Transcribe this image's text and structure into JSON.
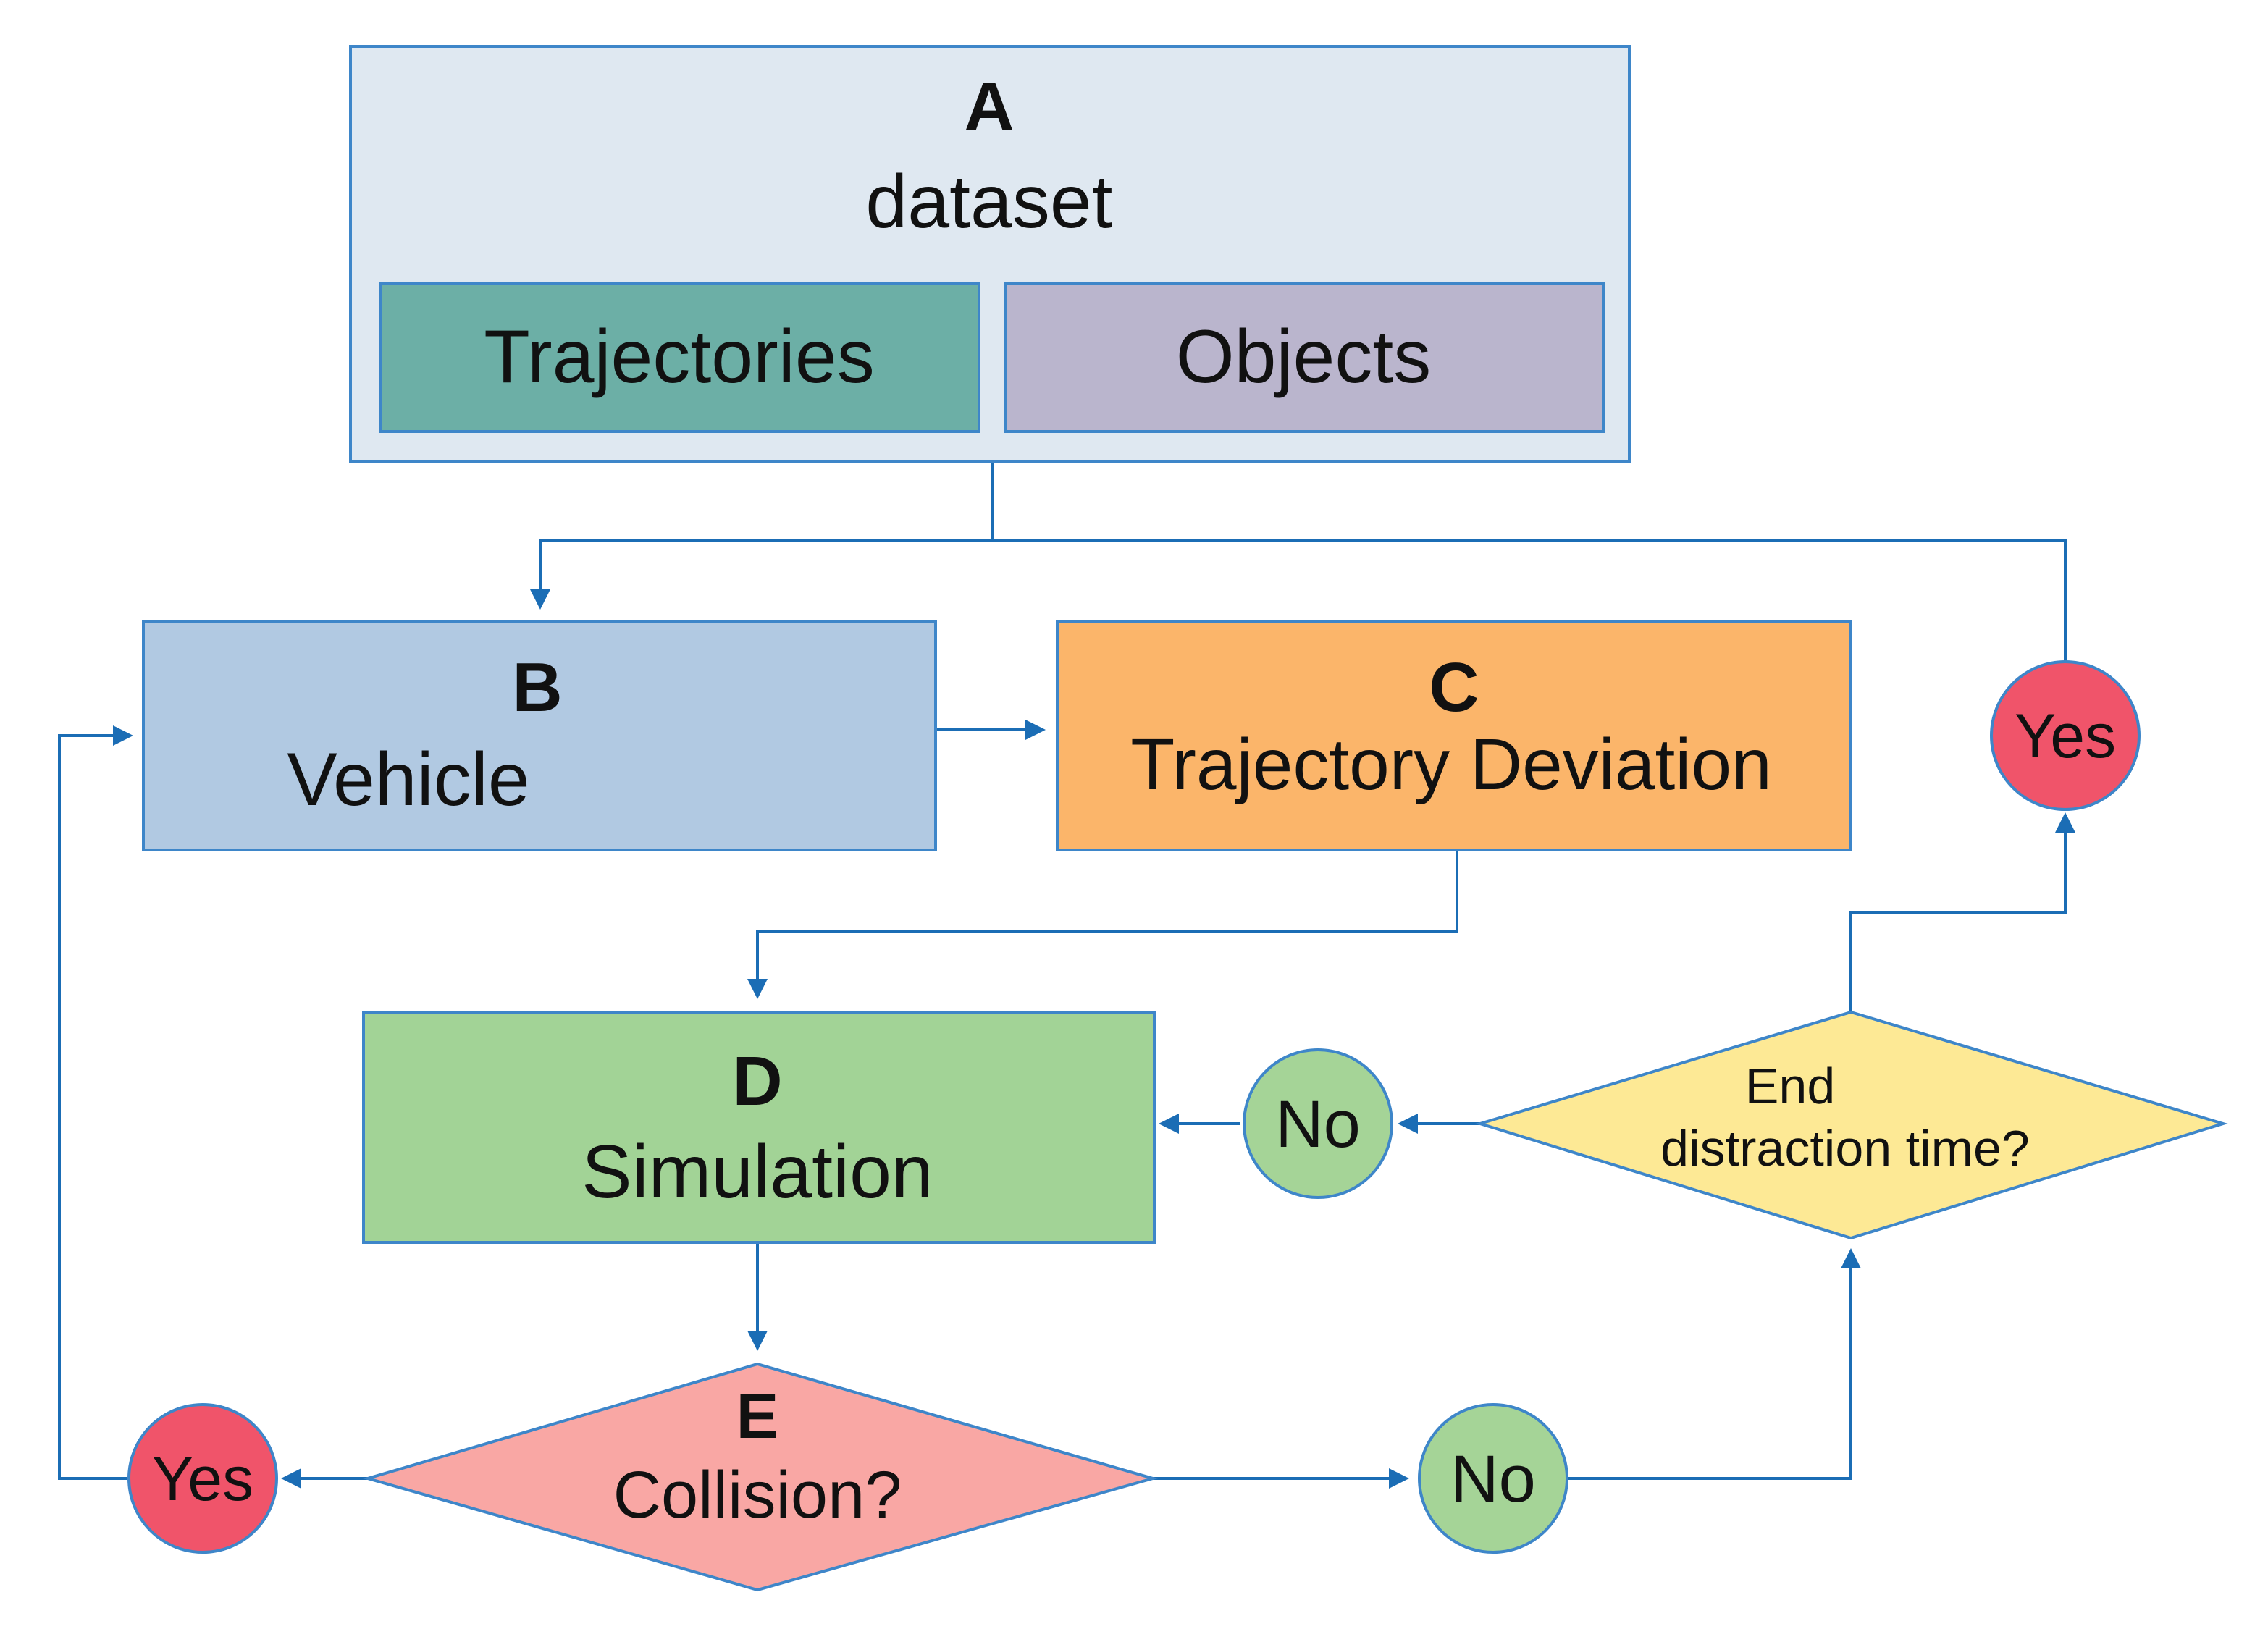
{
  "colors": {
    "dataset_fill": "#dfe8f1",
    "trajectories_fill": "#6cafa6",
    "objects_fill": "#bab5cd",
    "vehicle_fill": "#b1c9e2",
    "deviation_fill": "#fbb56a",
    "simulation_fill": "#a2d396",
    "collision_fill": "#f9a7a4",
    "end_distraction_fill": "#fde995",
    "yes_fill": "#f0546a",
    "no_fill": "#a5d497",
    "border": "#3e86c9",
    "arrow": "#1b6db5"
  },
  "nodes": {
    "dataset": {
      "letter": "A",
      "label": "dataset"
    },
    "trajectories": {
      "label": "Trajectories"
    },
    "objects": {
      "label": "Objects"
    },
    "vehicle": {
      "letter": "B",
      "label": "Vehicle"
    },
    "deviation": {
      "letter": "C",
      "label": "Trajectory Deviation"
    },
    "simulation": {
      "letter": "D",
      "label": "Simulation"
    },
    "collision": {
      "letter": "E",
      "label": "Collision?"
    },
    "end_distraction": {
      "line1": "End",
      "line2": "distraction time?"
    }
  },
  "decisions": {
    "collision_yes": "Yes",
    "collision_no": "No",
    "end_yes": "Yes",
    "end_no": "No"
  }
}
